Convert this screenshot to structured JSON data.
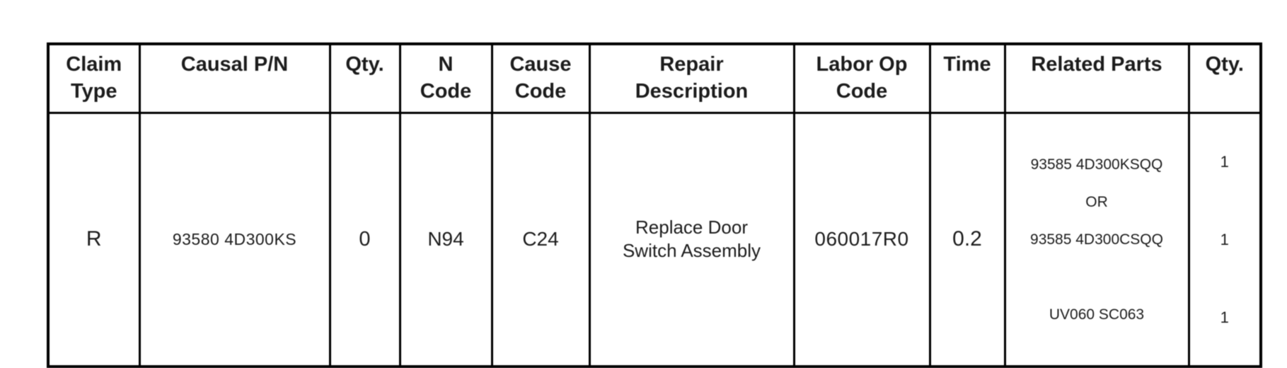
{
  "colors": {
    "table_border": "#000000",
    "text": "#1c1c1c",
    "background": "#ffffff"
  },
  "table": {
    "headers": [
      "Claim\nType",
      "Causal P/N",
      "Qty.",
      "N\nCode",
      "Cause\nCode",
      "Repair\nDescription",
      "Labor Op\nCode",
      "Time",
      "Related Parts",
      "Qty."
    ],
    "row": {
      "claim_type": "R",
      "causal_pn": "93580 4D300KS",
      "qty": "0",
      "n_code": "N94",
      "cause_code": "C24",
      "repair_description": "Replace Door\nSwitch Assembly",
      "labor_op_code": "060017R0",
      "time": "0.2",
      "related_parts_lines": [
        "93585 4D300KSQQ",
        "OR",
        "93585 4D300CSQQ",
        "",
        "UV060 SC063"
      ],
      "related_qty_lines": [
        "1",
        "",
        "1",
        "",
        "1"
      ]
    }
  }
}
